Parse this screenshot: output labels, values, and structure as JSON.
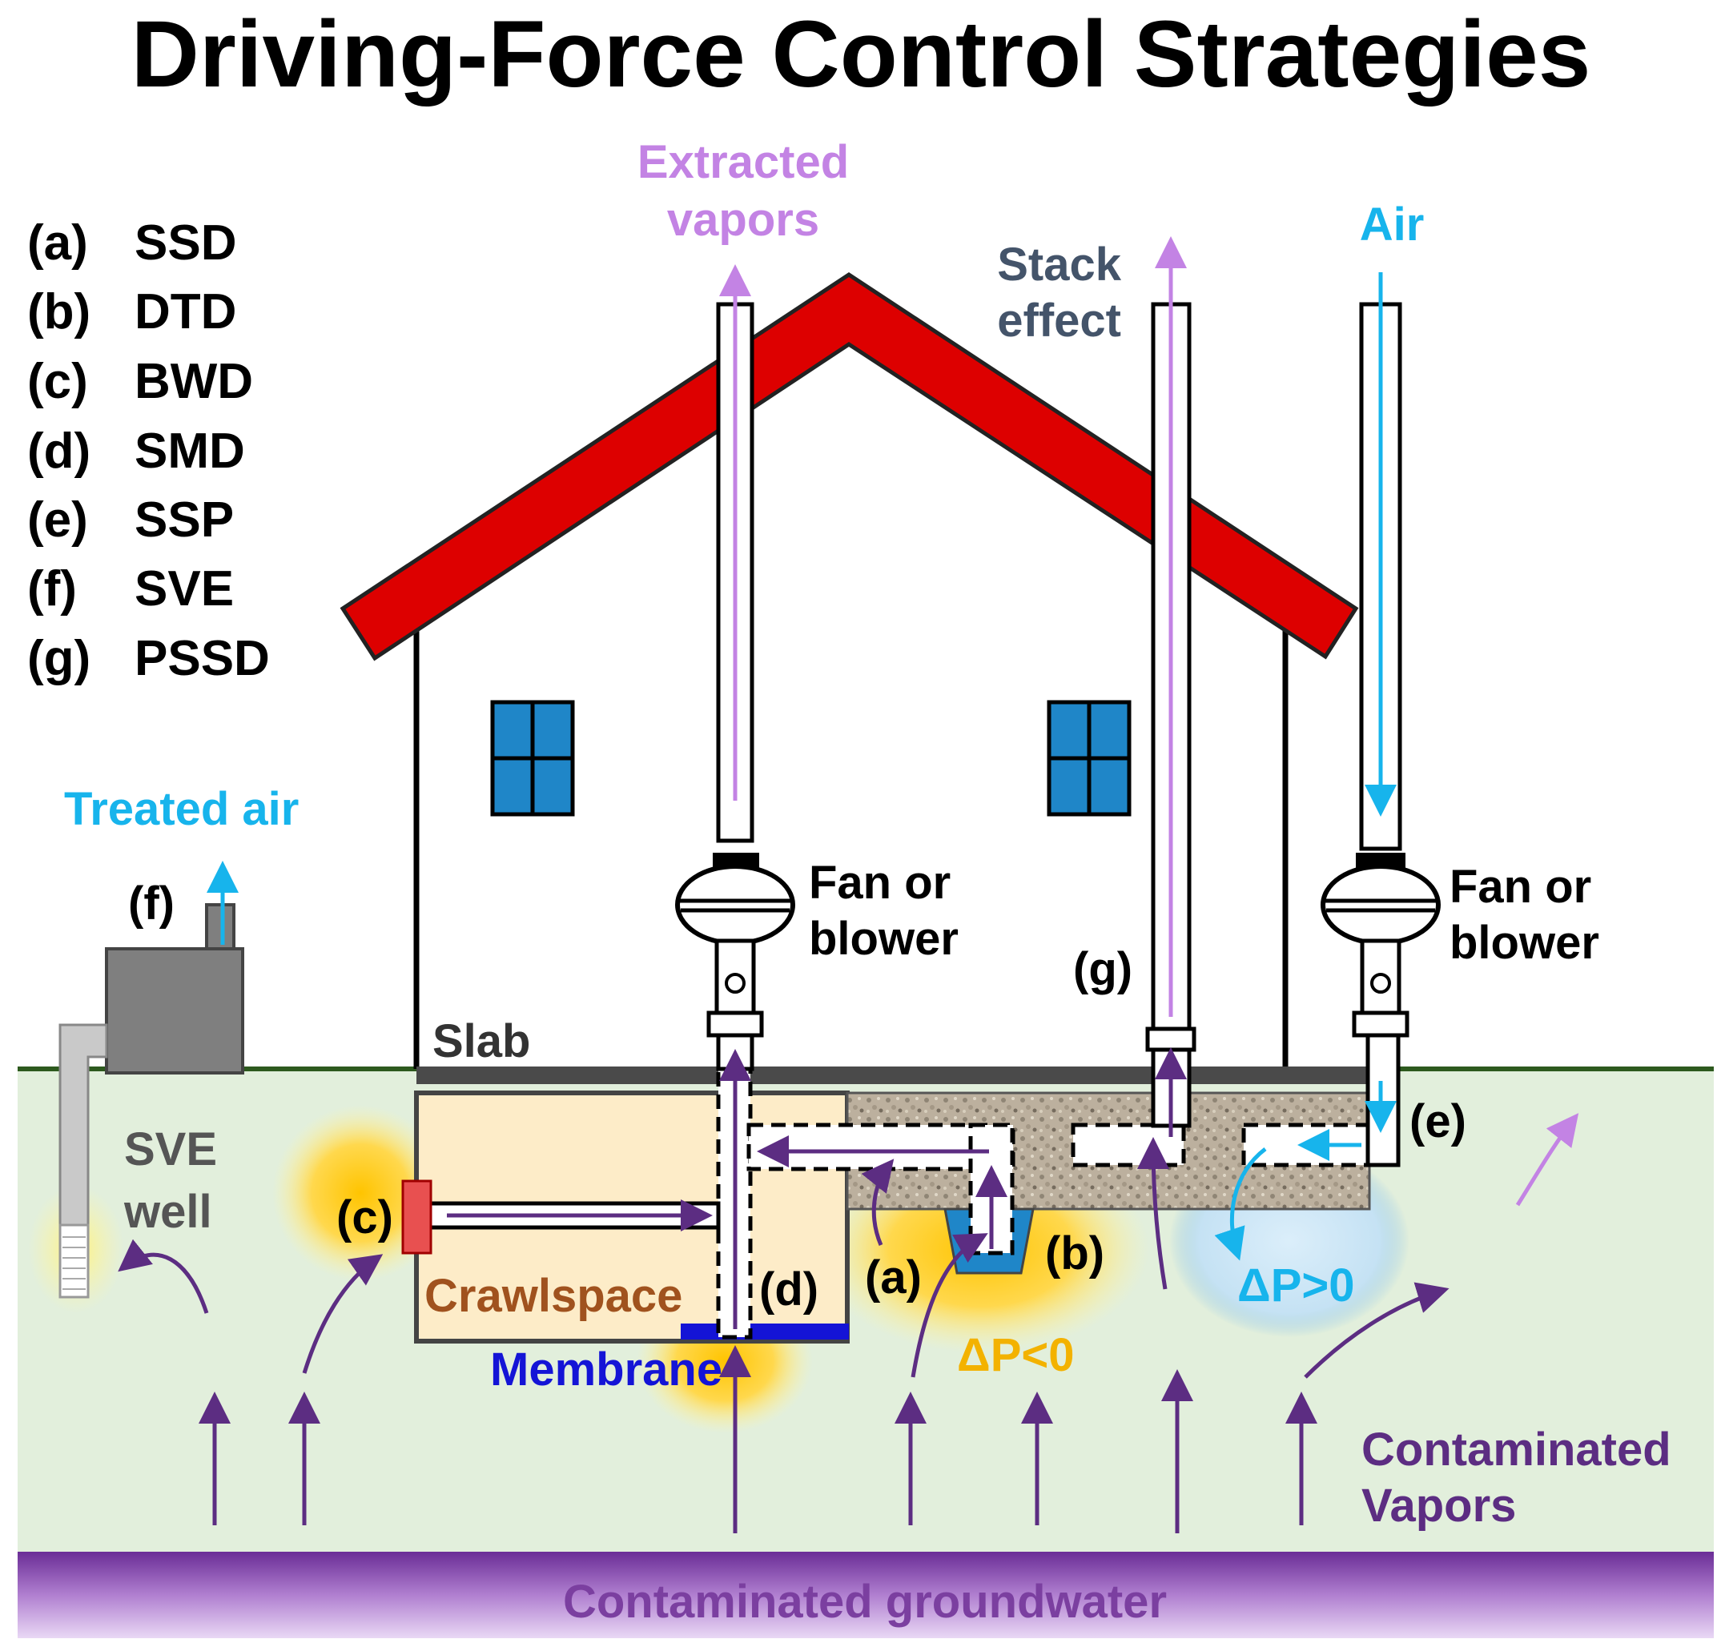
{
  "title": "Driving-Force Control Strategies",
  "legend": [
    {
      "key": "(a)",
      "name": "SSD"
    },
    {
      "key": "(b)",
      "name": "DTD"
    },
    {
      "key": "(c)",
      "name": "BWD"
    },
    {
      "key": "(d)",
      "name": "SMD"
    },
    {
      "key": "(e)",
      "name": "SSP"
    },
    {
      "key": "(f)",
      "name": "SVE"
    },
    {
      "key": "(g)",
      "name": "PSSD"
    }
  ],
  "labels": {
    "extracted_vapors": [
      "Extracted",
      "vapors"
    ],
    "stack_effect": [
      "Stack",
      "effect"
    ],
    "air": "Air",
    "treated_air": "Treated air",
    "fan_left": [
      "Fan or",
      "blower"
    ],
    "fan_right": [
      "Fan or",
      "blower"
    ],
    "slab": "Slab",
    "sve_well": [
      "SVE",
      "well"
    ],
    "crawlspace": "Crawlspace",
    "membrane": "Membrane",
    "dp_neg": "ΔP<0",
    "dp_pos": "ΔP>0",
    "contaminated_vapors": [
      "Contaminated",
      "Vapors"
    ],
    "groundwater": "Contaminated groundwater",
    "marker_a": "(a)",
    "marker_b": "(b)",
    "marker_c": "(c)",
    "marker_d": "(d)",
    "marker_e": "(e)",
    "marker_f": "(f)",
    "marker_g": "(g)"
  },
  "colors": {
    "roof": "#dd0000",
    "window": "#1f86c8",
    "ground": "#e2efdc",
    "ground_line": "#2d5a1e",
    "groundwater": "#7b3fa0",
    "vapor_arrow": "#5c2d82",
    "extracted": "#c383e4",
    "air": "#17b4ec",
    "stack_text": "#44546a",
    "crawlspace_fill": "#fdecc8",
    "crawlspace_text": "#a0521e",
    "membrane": "#1414d6",
    "dp_neg": "#f3b200",
    "dp_pos": "#17b4ec",
    "contaminated_text": "#5c2d82",
    "sve_unit": "#7f7f7f"
  }
}
